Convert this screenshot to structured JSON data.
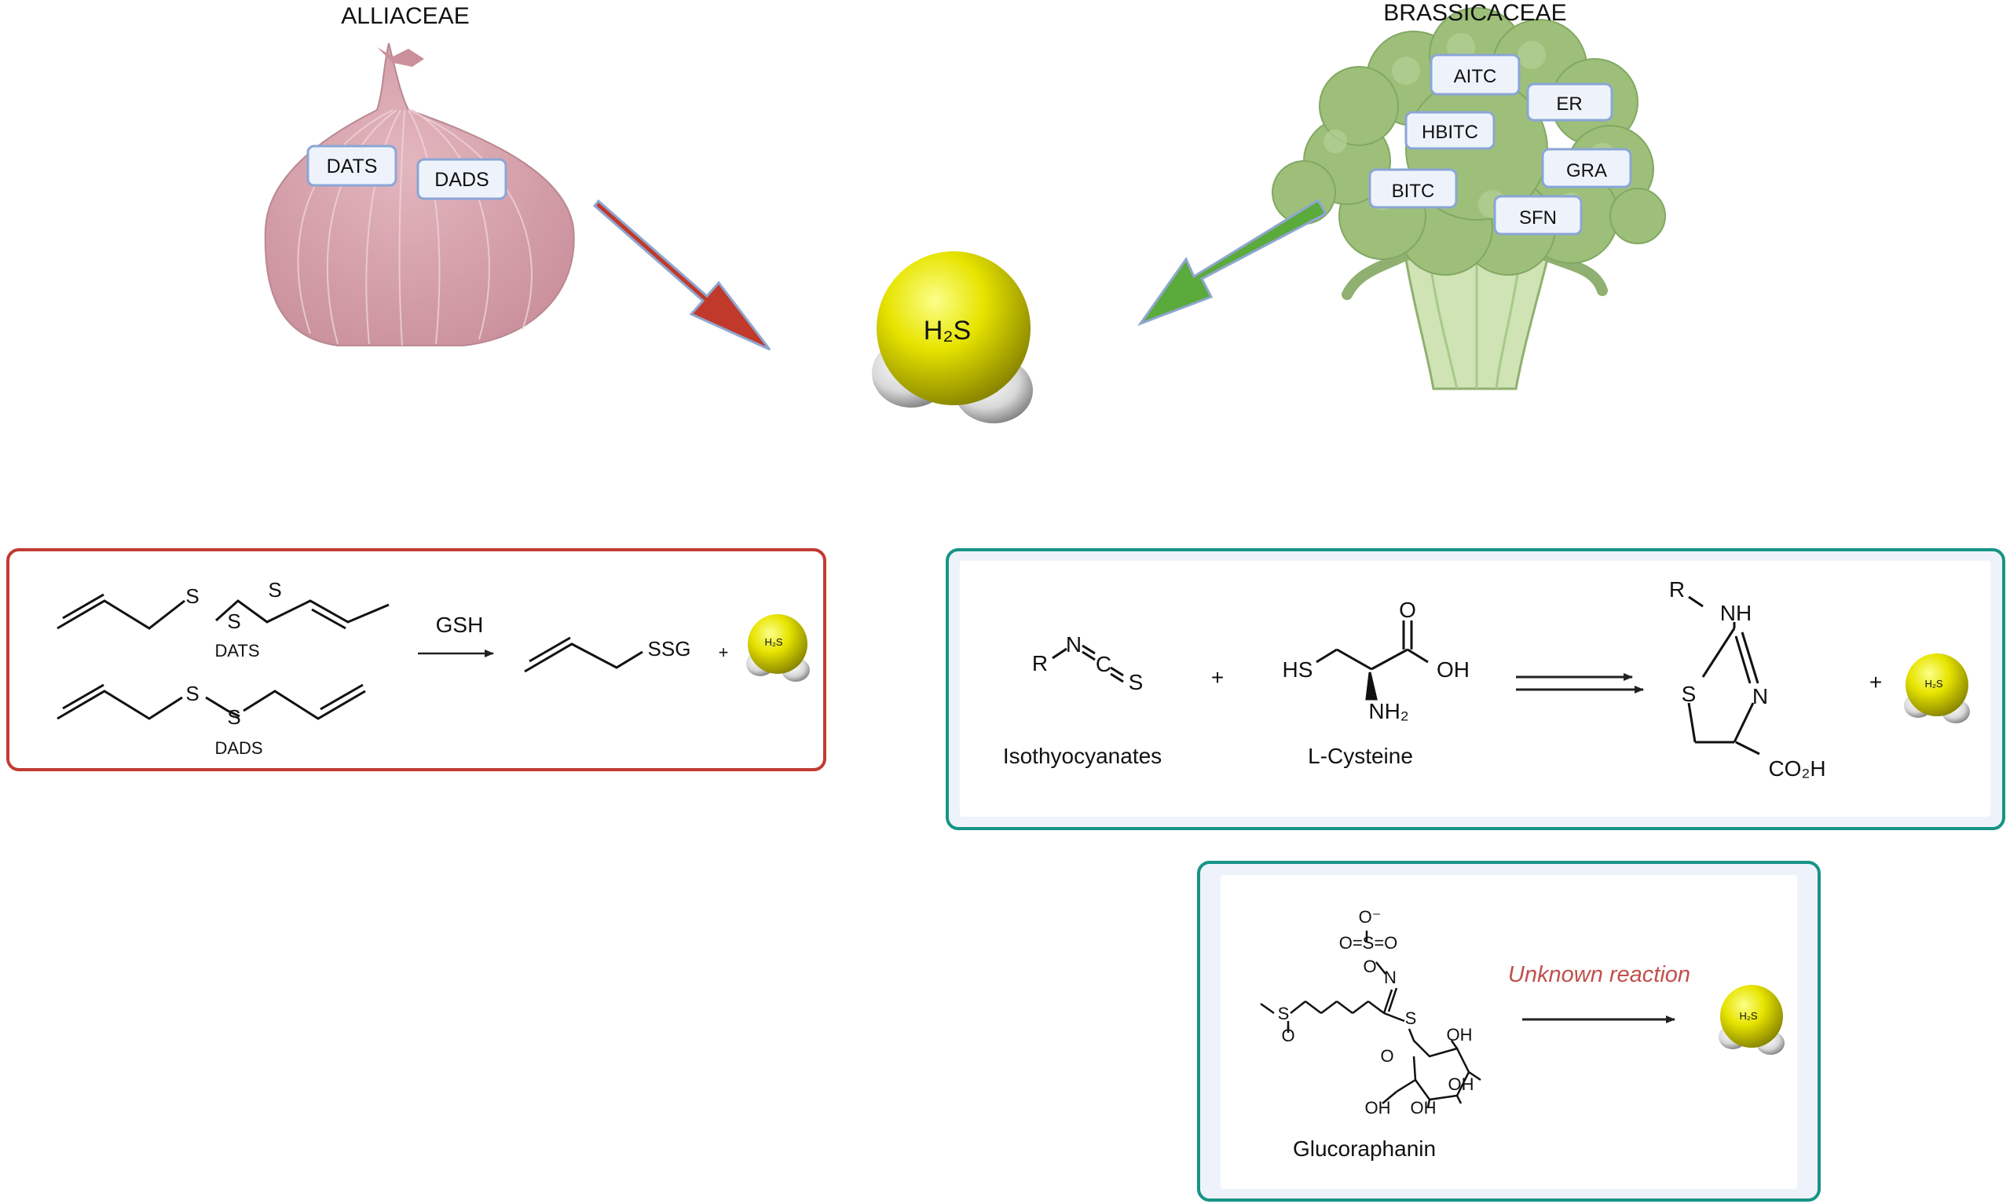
{
  "sources": {
    "alliaceae": {
      "title": "ALLIACEAE",
      "compounds": [
        "DATS",
        "DADS"
      ]
    },
    "brassicaceae": {
      "title": "BRASSICACEAE",
      "compounds": [
        "AITC",
        "ER",
        "HBITC",
        "GRA",
        "BITC",
        "SFN"
      ]
    }
  },
  "center": {
    "h2s_label": "H₂S"
  },
  "panel_allium": {
    "dats_label": "DATS",
    "dads_label": "DADS",
    "reagent": "GSH",
    "product": "SSG",
    "plus": "+",
    "h2s_label": "H₂S",
    "s_atom": "S"
  },
  "panel_itc": {
    "isothiocyanates_label": "Isothyocyanates",
    "cysteine_label": "L-Cysteine",
    "plus1": "+",
    "plus2": "+",
    "h2s_label": "H₂S",
    "r": "R",
    "n": "N",
    "c": "C",
    "s": "S",
    "o": "O",
    "hs": "HS",
    "oh": "OH",
    "nh2": "NH₂",
    "nh": "NH",
    "co2h": "CO₂H"
  },
  "panel_glucoraphanin": {
    "compound_label": "Glucoraphanin",
    "reaction_label": "Unknown reaction",
    "h2s_label": "H₂S",
    "o_minus": "O⁻",
    "sulfonate": "O=S=O",
    "o": "O",
    "n": "N",
    "s": "S",
    "oh": "OH"
  },
  "colors": {
    "red_arrow": "#c0392b",
    "green_arrow": "#5aaa3c",
    "allium_border": "#c23b33",
    "teal_border": "#169487",
    "h2s_yellow": "#e7e400",
    "unknown_reaction": "#c0504d",
    "onion": "#d9a3ad",
    "broccoli": "#9dbf7a"
  }
}
